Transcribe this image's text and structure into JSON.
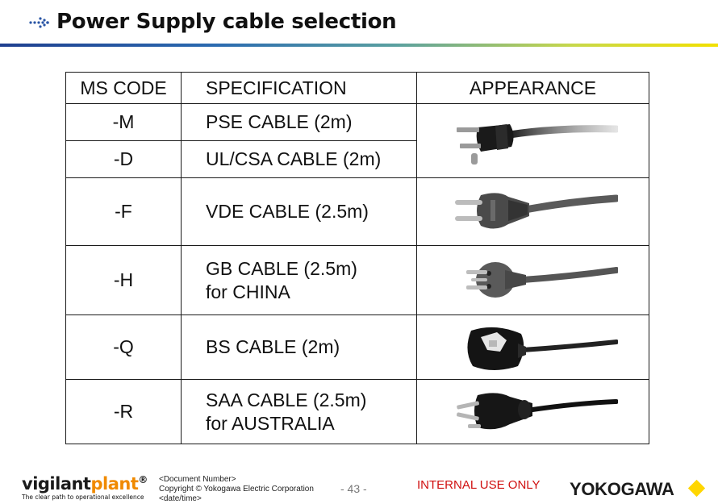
{
  "header": {
    "title": "Power Supply cable selection"
  },
  "table": {
    "columns": [
      "MS CODE",
      "SPECIFICATION",
      "APPEARANCE"
    ],
    "rows": [
      {
        "code": "-M",
        "spec_line1": "PSE CABLE (2m)",
        "spec_line2": ""
      },
      {
        "code": "-D",
        "spec_line1": "UL/CSA CABLE (2m)",
        "spec_line2": ""
      },
      {
        "code": "-F",
        "spec_line1": "VDE CABLE (2.5m)",
        "spec_line2": ""
      },
      {
        "code": "-H",
        "spec_line1": "GB CABLE (2.5m)",
        "spec_line2": "for CHINA"
      },
      {
        "code": "-Q",
        "spec_line1": "BS CABLE (2m)",
        "spec_line2": ""
      },
      {
        "code": "-R",
        "spec_line1": "SAA CABLE (2.5m)",
        "spec_line2": "for AUSTRALIA"
      }
    ]
  },
  "footer": {
    "logo_part1": "vigilant",
    "logo_part2": "plant",
    "logo_mark": "®",
    "tagline": "The clear path to operational excellence",
    "doc_number": "<Document Number>",
    "copyright": "Copyright © Yokogawa Electric Corporation",
    "date": "<date/time>",
    "page": "- 43 -",
    "internal": "INTERNAL USE ONLY",
    "company": "YOKOGAWA"
  },
  "colors": {
    "accent_orange": "#f08a00",
    "internal_red": "#d01010",
    "yokogawa_yellow": "#ffd600"
  },
  "icons": [
    "dotted-arrow-icon",
    "us-plug-icon",
    "schuko-plug-icon",
    "china-plug-icon",
    "uk-plug-icon",
    "au-plug-icon"
  ]
}
